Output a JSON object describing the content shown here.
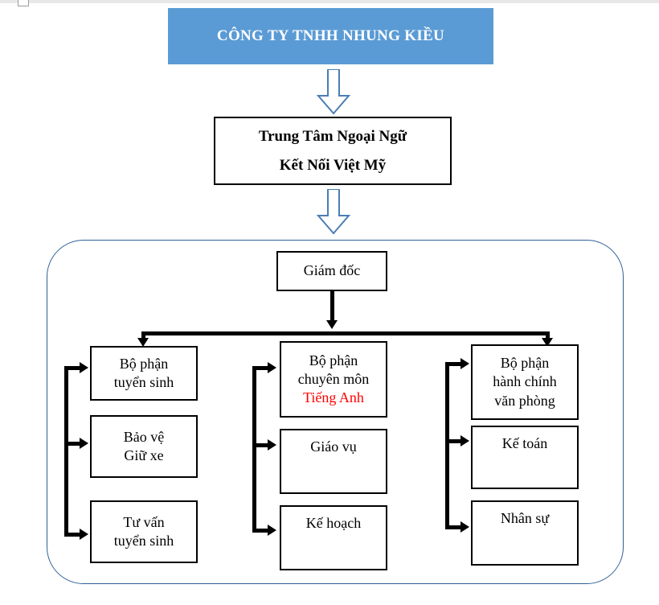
{
  "document": {
    "title": "Sơ đồ tổ chức",
    "background_color": "#ffffff"
  },
  "colors": {
    "header_fill": "#5B9BD5",
    "header_text": "#ffffff",
    "arrow_outline": "#4A7EB5",
    "container_border": "#2E6095",
    "box_border": "#000000",
    "connector": "#000000",
    "accent_red": "#ff0000",
    "ruler": "#e8e8e8"
  },
  "chart_data": {
    "type": "diagram",
    "title": "Sơ đồ tổ chức Công ty TNHH Nhung Kiều"
  },
  "company": {
    "name": "CÔNG TY TNHH NHUNG KIỀU"
  },
  "center": {
    "line1": "Trung Tâm Ngoại Ngữ",
    "line2": "Kết Nối Việt Mỹ"
  },
  "director": {
    "label": "Giám đốc"
  },
  "departments": {
    "admissions": {
      "head": {
        "line1": "Bộ phận",
        "line2": "tuyển sinh"
      },
      "children": [
        {
          "line1": "Bảo vệ",
          "line2": "Giữ xe"
        },
        {
          "line1": "Tư vấn",
          "line2": "tuyển sinh"
        }
      ]
    },
    "academic": {
      "head": {
        "line1": "Bộ phận",
        "line2": "chuyên môn",
        "line3": "Tiếng Anh"
      },
      "children": [
        {
          "line1": "Giáo vụ"
        },
        {
          "line1": "Kế hoạch"
        }
      ]
    },
    "administration": {
      "head": {
        "line1": "Bộ phận",
        "line2": "hành chính",
        "line3": "văn phòng"
      },
      "children": [
        {
          "line1": "Kế toán"
        },
        {
          "line1": "Nhân sự"
        }
      ]
    }
  }
}
